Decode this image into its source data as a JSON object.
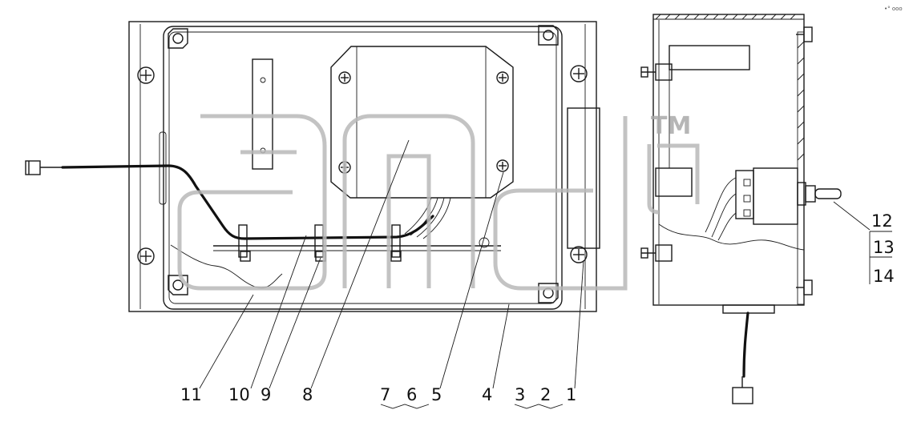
{
  "corner_mark": "•° ooo",
  "watermark": {
    "text": "TM"
  },
  "callouts": [
    {
      "id": "1",
      "label": "1"
    },
    {
      "id": "2",
      "label": "2"
    },
    {
      "id": "3",
      "label": "3"
    },
    {
      "id": "4",
      "label": "4"
    },
    {
      "id": "5",
      "label": "5"
    },
    {
      "id": "6",
      "label": "6"
    },
    {
      "id": "7",
      "label": "7"
    },
    {
      "id": "8",
      "label": "8"
    },
    {
      "id": "9",
      "label": "9"
    },
    {
      "id": "10",
      "label": "10"
    },
    {
      "id": "11",
      "label": "11"
    },
    {
      "id": "12",
      "label": "12"
    },
    {
      "id": "13",
      "label": "13"
    },
    {
      "id": "14",
      "label": "14"
    }
  ]
}
